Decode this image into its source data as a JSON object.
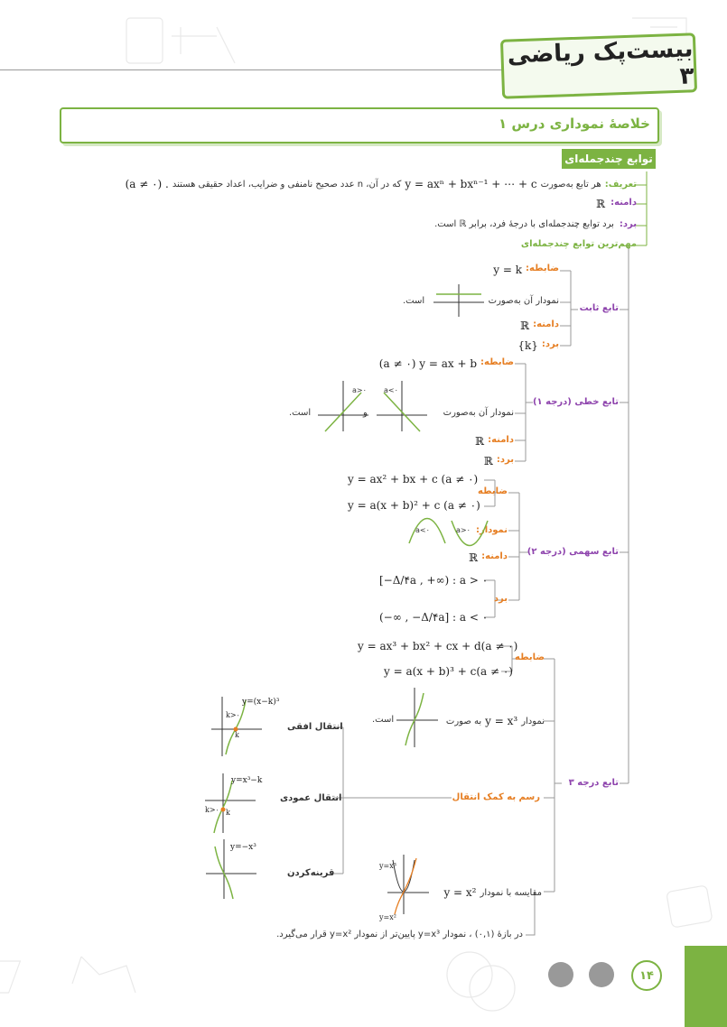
{
  "header": {
    "logo_text": "بیست‌پک ریاضی ۳"
  },
  "title": "خلاصهٔ نمودار‌ی درس ۱",
  "section_tag": "توابع چندجمله‌ای :",
  "definition": {
    "label": "تعریف:",
    "text": "هر تابع به‌صورت",
    "formula": "y = axⁿ + bxⁿ⁻¹ + ⋯ + c",
    "text2": "که در آن، n عدد صحیح نامنفی و ضرایب، اعداد حقیقی هستند",
    "cond": "(a ≠ ۰) ."
  },
  "domain": {
    "label": "دامنه:",
    "value": "ℝ"
  },
  "range": {
    "label": "برد:",
    "text": "برد توابع چندجمله‌ای با درجهٔ فرد، برابر ℝ است."
  },
  "important": "مهم‌ترین توابع چندجمله‌ای",
  "constant": {
    "name": "تابع ثابت",
    "rule_label": "ضابطه:",
    "rule": "y = k",
    "graph_text": "نمودار آن به‌صورت",
    "graph_end": "است.",
    "domain_label": "دامنه:",
    "domain": "ℝ",
    "range_label": "برد:",
    "range": "{k}"
  },
  "linear": {
    "name": "تابع خطی (درجه ۱)",
    "rule_label": "ضابطه:",
    "rule": "(a ≠ ۰) y = ax + b",
    "graph_text": "نمودار آن به‌صورت",
    "and": "و",
    "graph_end": "است.",
    "a_neg": "a<۰",
    "a_pos": "a>۰",
    "domain_label": "دامنه:",
    "domain": "ℝ",
    "range_label": "برد:",
    "range": "ℝ"
  },
  "quadratic": {
    "name": "تابع سهمی (درجه ۲)",
    "rule_label": "ضابطه",
    "rule1": "y = ax² + bx + c  (a ≠ ۰)",
    "rule2": "y = a(x + b)² + c (a ≠ ۰)",
    "graph_label": "نمودار:",
    "a_neg": "a<۰",
    "a_pos": "a>۰",
    "domain_label": "دامنه:",
    "domain": "ℝ",
    "range_label": "برد",
    "range1": "[−Δ/۴a , +∞) : a > ۰",
    "range2": "(−∞ , −Δ/۴a] : a < ۰"
  },
  "cubic": {
    "name": "تابع درجه ۳",
    "rule_label": "ضابطه",
    "rule1": "y = ax³ + bx² + cx + d(a ≠ ۰)",
    "rule2": "y = a(x + b)³ + c(a ≠ ۰)",
    "graph_text": "نمودار",
    "graph_formula": "y = x³",
    "graph_text2": "به صورت",
    "graph_end": "است.",
    "transform_label": "رسم به کمک انتقال",
    "h_shift": "انتقال افقی",
    "h_formula": "y=(x−k)³",
    "h_k": "k>۰",
    "h_kp": "k",
    "v_shift": "انتقال عمودی",
    "v_formula": "y=x³−k",
    "v_k": "k>۰",
    "v_kp": "k",
    "reflect": "قرینه‌کردن",
    "r_formula": "y=−x³",
    "compare": "مقایسه با نمودار",
    "compare_formula": "y = x²",
    "c_y3": "y=x³",
    "c_y2": "y=x²",
    "footer": "در بازهٔ (۰,۱) ، نمودار y=x³ پایین‌تر از نمودار y=x² قرار می‌گیرد."
  },
  "page_number": "۱۴"
}
